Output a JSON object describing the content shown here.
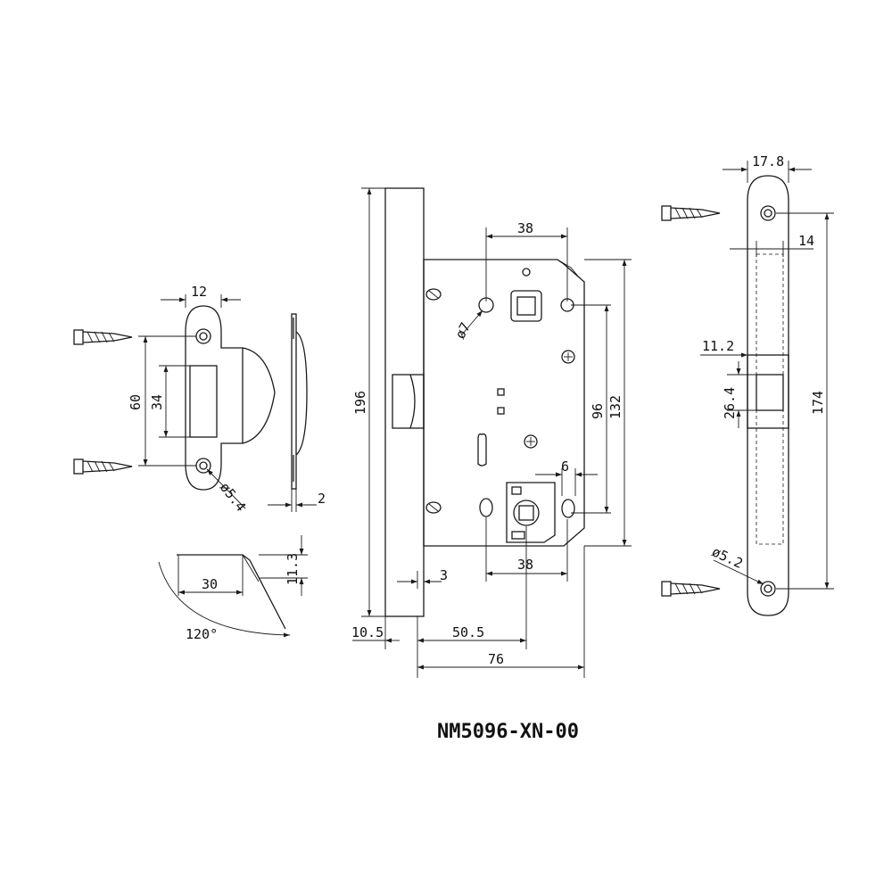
{
  "model_code": "NM5096-XN-00",
  "dimensions": {
    "strike_width": "12",
    "strike_hole_span": "60",
    "strike_opening": "34",
    "strike_hole_dia": "ø5.4",
    "strike_thickness": "2",
    "strike_lip": "30",
    "strike_angle": "120°",
    "strike_offset": "11.3",
    "lock_height": "196",
    "top_span": "38",
    "top_hole_dia": "ø7",
    "center_96": "96",
    "center_132": "132",
    "small_6": "6",
    "faceplate_3": "3",
    "bottom_span": "38",
    "faceplate_10_5": "10.5",
    "backset": "50.5",
    "depth": "76",
    "faceplate_width": "17.8",
    "faceplate_14": "14",
    "faceplate_11_2": "11.2",
    "latch_26_4": "26.4",
    "faceplate_length": "174",
    "faceplate_hole_dia": "ø5.2"
  }
}
